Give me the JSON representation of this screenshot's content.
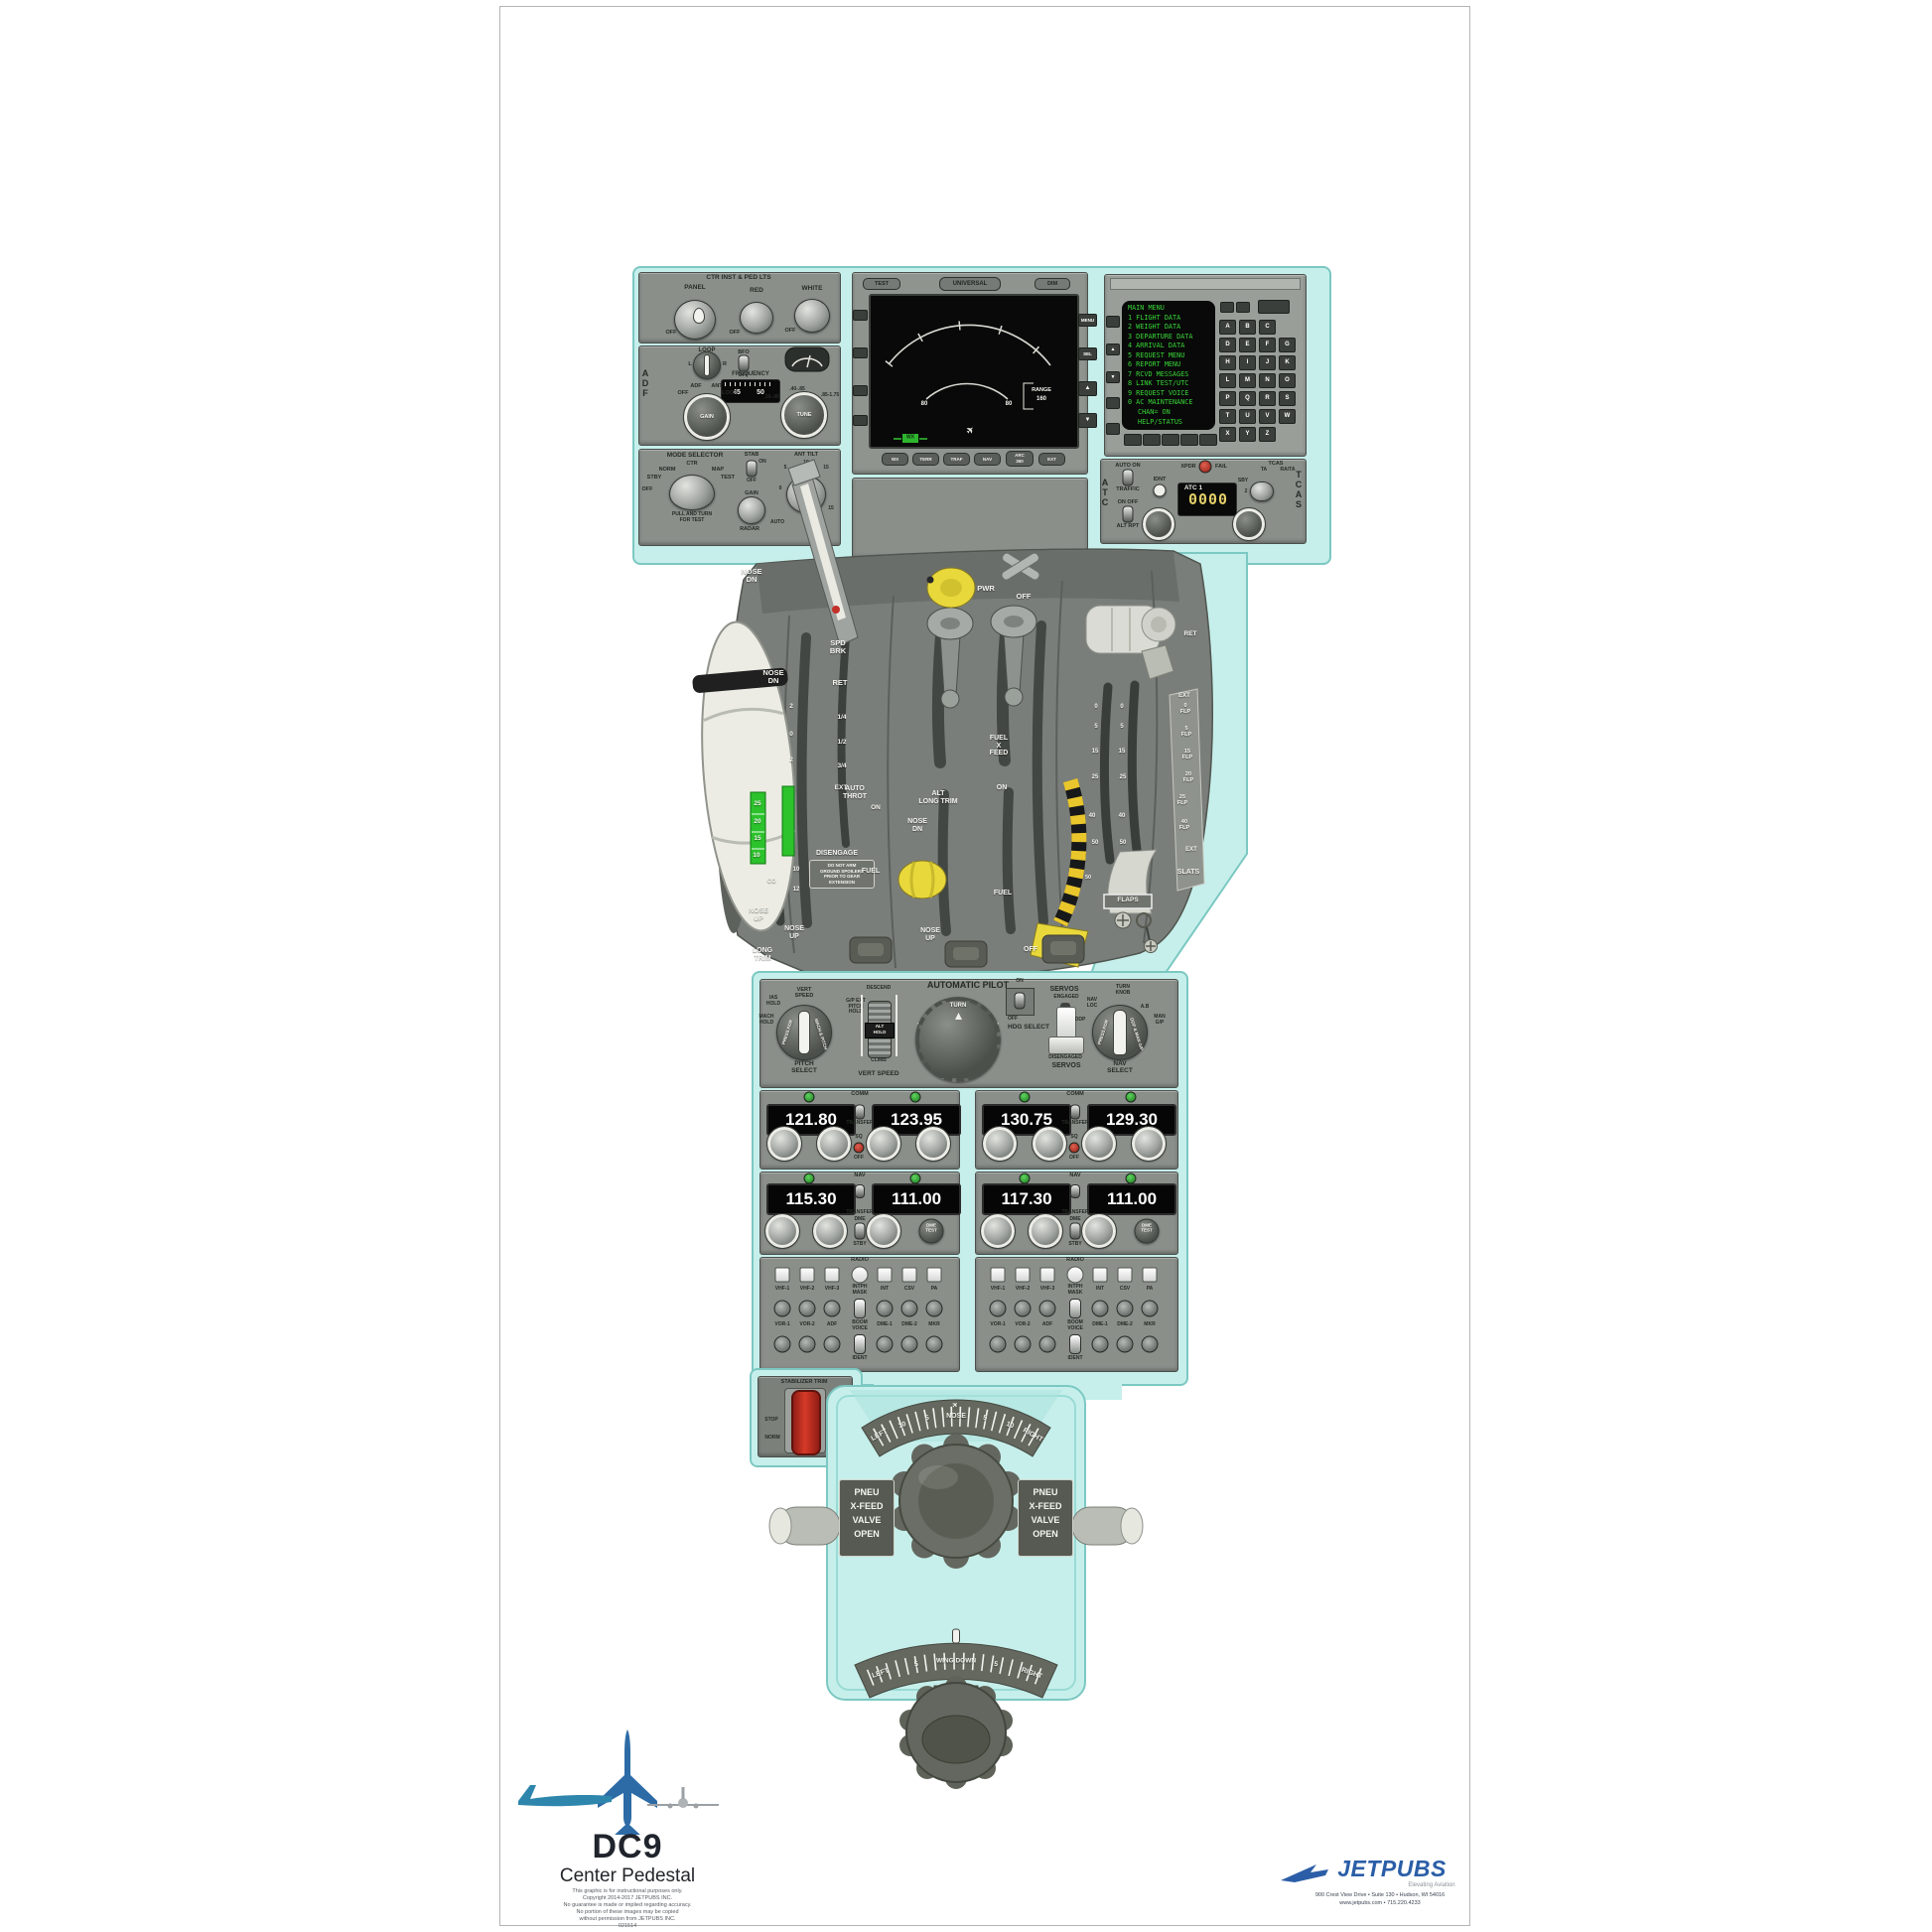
{
  "lights": {
    "title": "CTR INST & PED LTS",
    "panel": "PANEL",
    "red": "RED",
    "white": "WHITE",
    "off1": "OFF",
    "off2": "OFF",
    "off3": "OFF"
  },
  "adf": {
    "adf_v": "A\nD\nF",
    "loop": "LOOP",
    "l": "L",
    "r": "R",
    "bfo": "BFO",
    "bfo_off": "OFF",
    "freq": "FREQUENCY",
    "f1": "45",
    "f2": "50",
    "m_adf": "ADF",
    "m_ant": "ANT",
    "m_loop": "LOOP",
    "m_off": "OFF",
    "gain": "GAIN",
    "band1": ".19-.40",
    "band2": ".40-.85",
    "band3": ".85-1.75",
    "tune": "TUNE"
  },
  "wxr": {
    "title": "MODE SELECTOR",
    "ctr": "CTR",
    "norm": "NORM",
    "map": "MAP",
    "stby": "STBY",
    "test": "TEST",
    "off": "OFF",
    "pull": "PULL AND TURN\nFOR TEST",
    "stab": "STAB",
    "on": "ON",
    "stab_off": "OFF",
    "gain": "GAIN",
    "radar": "RADAR",
    "auto": "AUTO",
    "tilt": "ANT TILT",
    "n5": "5",
    "n10": "10",
    "n15": "15",
    "n0": "0",
    "n15b": "15"
  },
  "wx": {
    "test": "TEST",
    "brand": "UNIVERSAL",
    "dim": "DIM",
    "menu": "MENU",
    "sel": "SEL",
    "up": "▲",
    "dn": "▼",
    "range": "RANGE",
    "range_val": "160",
    "p80l": "80",
    "p80r": "80",
    "readout": "WX",
    "keys": [
      "WX",
      "TERR",
      "TRAF",
      "NAV",
      "ARC\n360",
      "EXT"
    ]
  },
  "fms": {
    "lines": [
      "MAIN MENU",
      "1 FLIGHT DATA",
      "2 WEIGHT DATA",
      "3 DEPARTURE DATA",
      "4 ARRIVAL DATA",
      "5 REQUEST MENU",
      "6 REPORT MENU",
      "7 RCVD MESSAGES",
      "8 LINK TEST/UTC",
      "9 REQUEST VOICE",
      "0 AC MAINTENANCE",
      "CHAN= ON",
      "HELP/STATUS"
    ],
    "up": "▲",
    "dn": "▼",
    "rows": [
      [
        "A",
        "B",
        "C"
      ],
      [
        "D",
        "E",
        "F",
        "G"
      ],
      [
        "H",
        "I",
        "J",
        "K"
      ],
      [
        "L",
        "M",
        "N",
        "O"
      ],
      [
        "P",
        "Q",
        "R",
        "S"
      ],
      [
        "T",
        "U",
        "V",
        "W"
      ],
      [
        "X",
        "Y",
        "Z"
      ]
    ]
  },
  "atc": {
    "atc_v": "A\nT\nC",
    "tcas_v": "T\nC\nA\nS",
    "auto_on": "AUTO ON",
    "traffic": "TRAFFIC",
    "idnt": "IDNT",
    "xpdr": "XPDR",
    "fail": "FAIL",
    "chan": "ATC 1",
    "code": "0000",
    "onoff": "ON OFF",
    "altrpt": "ALT RPT",
    "tcas": "TCAS",
    "ta": "TA",
    "rata": "RA/TA",
    "sby": "SBY",
    "two": "2"
  },
  "quad": {
    "nose_dn_a": "NOSE\nDN",
    "pwr": "PWR",
    "off_top": "OFF",
    "spd_brk": "SPD\nBRK",
    "ret": "RET",
    "nose_dn_b": "NOSE\nDN",
    "s2a": "2",
    "s0": "0",
    "s2b": "2",
    "q14": "1/4",
    "q12": "1/2",
    "q34": "3/4",
    "ext": "EXT",
    "fuel_x": "FUEL\nX\nFEED",
    "fx_on": "ON",
    "auto_throt": "AUTO\nTHROT",
    "at_on": "ON",
    "alt_long": "ALT\nLONG TRIM",
    "nose_dn_c": "NOSE\nDN",
    "disengage": "DISENGAGE",
    "placard": "DO NOT ARM\nGROUND SPOILERS\nPRIOR TO GEAR\nEXTENSION",
    "fuel_a": "FUEL",
    "fuel_b": "FUEL",
    "g25": "25",
    "g20": "20",
    "g15": "15",
    "g10": "10",
    "cg": "CG",
    "m10": "10",
    "m12": "12",
    "nose_up_a": "NOSE\nUP",
    "nose_up_b": "NOSE\nUP",
    "long_trim": "LONG\nTRIM",
    "nose_up_c": "NOSE\nUP",
    "off_b": "OFF",
    "flaps": "FLAPS",
    "slats": "SLATS",
    "fs_ret": "RET",
    "fs_ext_t": "EXT",
    "f0": "0\nFLP",
    "f5": "5\nFLP",
    "f15": "15\nFLP",
    "f20": "20\nFLP",
    "f25": "25\nFLP",
    "f40": "40\nFLP",
    "fs_ext_b": "EXT",
    "t0a": "0",
    "t0b": "0",
    "t5a": "5",
    "t5b": "5",
    "t15a": "15",
    "t15b": "15",
    "t25a": "25",
    "t25b": "25",
    "t40a": "40",
    "t40b": "40",
    "t50a": "50",
    "t50b": "50",
    "h50": "50"
  },
  "ap": {
    "title": "AUTOMATIC PILOT",
    "vert": "VERT\nSPEED",
    "ias": "IAS\nHOLD",
    "mach": "MACH\nHOLD",
    "gp": "G/P EXT\nPITCH\nHOLD",
    "press1": "PRESS FOR",
    "press2": "MACH & PITCH",
    "pitch": "PITCH\nSELECT",
    "descend": "DESCEND",
    "climb": "CLIMB",
    "althold": "ALT\nHOLD",
    "vslabel": "VERT SPEED",
    "turn": "TURN",
    "on": "ON",
    "off": "OFF",
    "hdg": "HDG SELECT",
    "servos1": "SERVOS",
    "engaged": "ENGAGED",
    "disengaged": "DISENGAGED",
    "servos2": "SERVOS",
    "tk": "TURN\nKNOB",
    "navloc": "NAV\nLOC",
    "ddp": "DDP",
    "ab": "A.B",
    "man": "MAN\nG/P",
    "press3": "PRESS FOR",
    "press4": "DDP & MAN G/P",
    "nav": "NAV\nSELECT"
  },
  "comm": {
    "title": "COMM",
    "transfer": "TRANSFER",
    "sq": "SQ",
    "off": "OFF",
    "l1": "121.80",
    "l2": "123.95",
    "r1": "130.75",
    "r2": "129.30"
  },
  "navp": {
    "title": "NAV",
    "transfer": "TRANSFER",
    "dme": "DME",
    "stby": "STBY",
    "dmetest": "DME\nTEST",
    "l1": "115.30",
    "l2": "111.00",
    "r1": "117.30",
    "r2": "111.00"
  },
  "audio": {
    "title": "RADIO",
    "r1": [
      "VHF-1",
      "VHF-2",
      "VHF-3",
      "INTPH\nMASK",
      "INT",
      "CSV",
      "PA"
    ],
    "r2": [
      "VOR-1",
      "VOR-2",
      "ADF",
      "BOOM\nVOICE",
      "DME-1",
      "DME-2",
      "MKR"
    ],
    "ident": "IDENT"
  },
  "stab": {
    "title": "STABILIZER TRIM",
    "stop": "STOP",
    "norm": "NORM"
  },
  "trim": {
    "left": "LEFT",
    "r10a": "10",
    "r5a": "5",
    "nose": "NOSE",
    "r5b": "5",
    "r10b": "10",
    "right": "RIGHT",
    "plane_icon": "✈",
    "pneu_l": "PNEU\nX-FEED\nVALVE\nOPEN",
    "pneu_r": "PNEU\nX-FEED\nVALVE\nOPEN",
    "a_left": "LEFT",
    "a5a": "5",
    "wing": "WING DOWN",
    "a5b": "5",
    "a_right": "RIGHT"
  },
  "logo": {
    "dc9": "DC9",
    "sub": "Center Pedestal",
    "fp0": "This graphic is for instructional purposes only.",
    "fp1": "Copyright 2014-2017 JETPUBS INC.",
    "fp2": "No guarantee is made or implied regarding accuracy.",
    "fp3": "No portion of these images may be copied",
    "fp4": "without permission from JETPUBS INC.",
    "fp5": "021514"
  },
  "brand": {
    "name": "JETPUBS",
    "tag": "Elevating Aviation",
    "addr": "900 Crest View Drive • Suite 130 • Hudson, WI 54016",
    "web": "www.jetpubs.com • 715.220.4233"
  }
}
